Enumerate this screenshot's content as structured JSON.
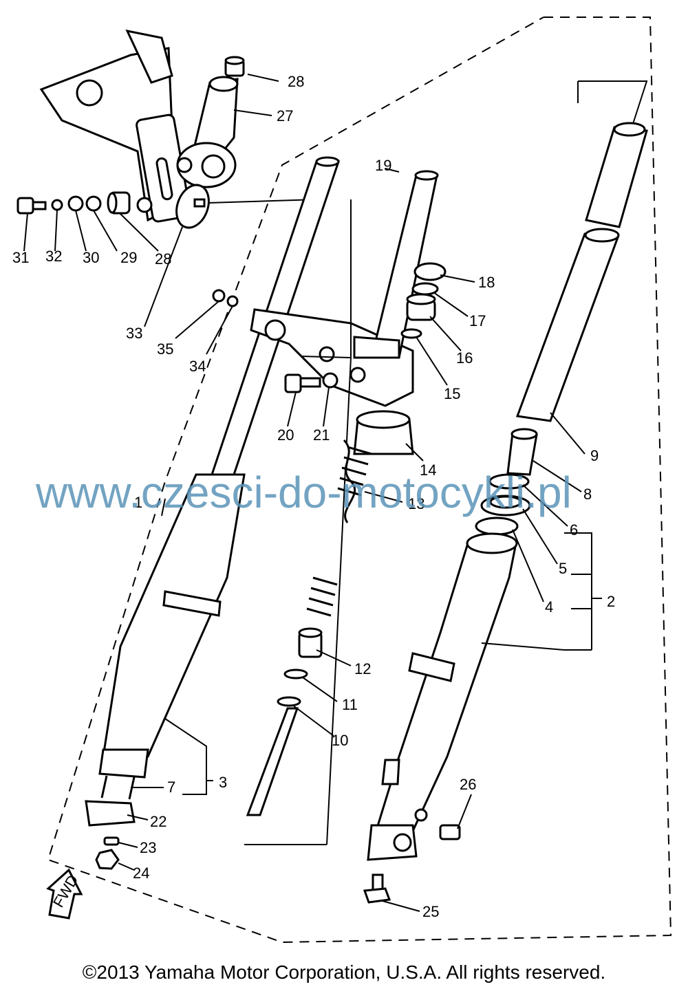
{
  "watermark": "www.czesci-do-motocykli.pl",
  "copyright": "©2013 Yamaha Motor Corporation, U.S.A. All rights reserved.",
  "fwd_label": "FWD",
  "callouts": {
    "c1": "1",
    "c2": "2",
    "c3": "3",
    "c4": "4",
    "c5": "5",
    "c6": "6",
    "c7": "7",
    "c8": "8",
    "c9": "9",
    "c10": "10",
    "c11": "11",
    "c12": "12",
    "c13": "13",
    "c14": "14",
    "c15": "15",
    "c16": "16",
    "c17": "17",
    "c18": "18",
    "c19": "19",
    "c20": "20",
    "c21": "21",
    "c22": "22",
    "c23": "23",
    "c24": "24",
    "c25": "25",
    "c26": "26",
    "c27": "27",
    "c28a": "28",
    "c28b": "28",
    "c29": "29",
    "c30": "30",
    "c31": "31",
    "c32": "32",
    "c33": "33",
    "c34": "34",
    "c35": "35"
  }
}
